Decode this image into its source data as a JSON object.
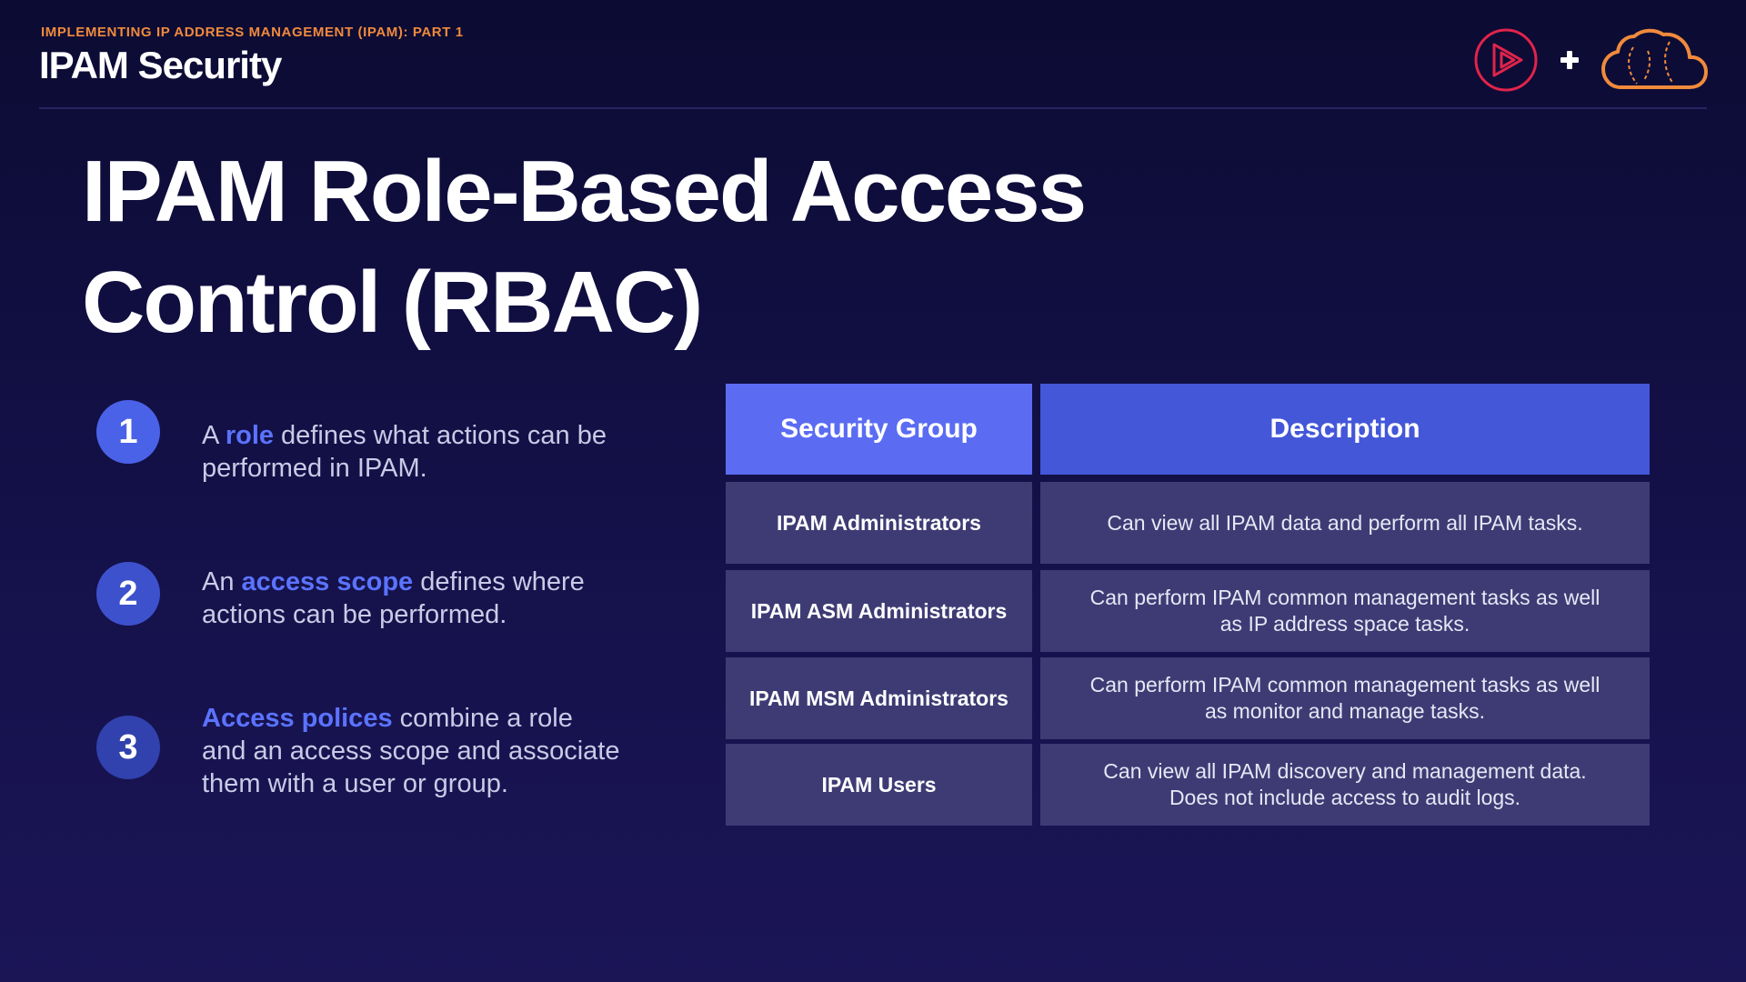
{
  "header": {
    "course_label": "IMPLEMENTING IP ADDRESS MANAGEMENT (IPAM): PART 1",
    "module_title": "IPAM Security",
    "logos": [
      "play-logo-icon",
      "plus-icon",
      "cloud-logo-icon"
    ]
  },
  "title": {
    "line1": "IPAM Role-Based Access",
    "line2": "Control (RBAC)"
  },
  "points": [
    {
      "number": "1",
      "before": "A ",
      "highlight": "role",
      "after": " defines what actions can be performed in IPAM."
    },
    {
      "number": "2",
      "before": "An ",
      "highlight": "access scope",
      "after": " defines where actions can be performed."
    },
    {
      "number": "3",
      "before": "",
      "highlight": "Access polices",
      "after": " combine a role and an access scope and associate them with a user or group."
    }
  ],
  "table": {
    "headers": [
      "Security Group",
      "Description"
    ],
    "rows": [
      {
        "group": "IPAM Administrators",
        "description": "Can view all IPAM data and perform all IPAM tasks."
      },
      {
        "group": "IPAM ASM Administrators",
        "description": "Can perform IPAM common management tasks as well as IP address space tasks."
      },
      {
        "group": "IPAM MSM Administrators",
        "description": "Can perform IPAM common management tasks as well as monitor and manage tasks."
      },
      {
        "group": "IPAM Users",
        "description": "Can view all IPAM discovery and management data. Does not include access to audit logs."
      }
    ]
  },
  "colors": {
    "background": "#14114a",
    "accent_orange": "#f08a3c",
    "highlight_blue": "#5b73ff",
    "header_cell_left": "#5b6cf3",
    "header_cell_right": "#4457d8",
    "body_cell": "#3e3b74",
    "logo_red": "#e0244b"
  }
}
